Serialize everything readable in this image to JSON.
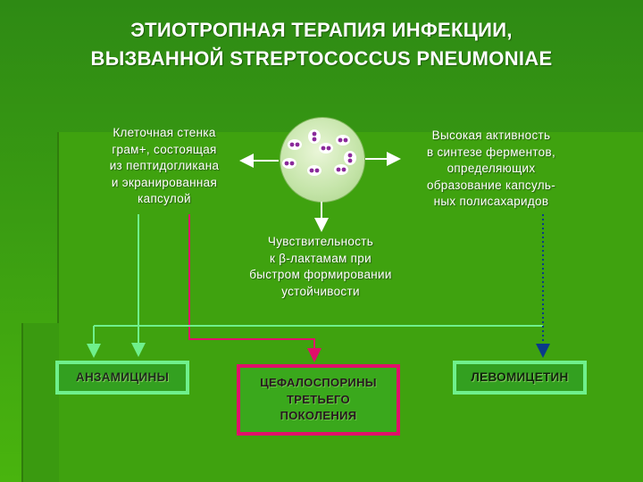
{
  "title": {
    "line1": "ЭТИОТРОПНАЯ ТЕРАПИЯ ИНФЕКЦИИ,",
    "line2": "ВЫЗВАННОЙ STREPTOCOCCUS PNEUMONIAE"
  },
  "nodes": {
    "left": "Клеточная стенка\nграм+, состоящая\nиз пептидогликана\nи экранированная\nкапсулой",
    "right": "Высокая активность\nв синтезе ферментов,\nопределяющих\nобразование капсуль-\nных полисахаридов",
    "center": "Чувствительность\nк β-лактамам при\nбыстром формировании\nустойчивости"
  },
  "drugs": {
    "anz": "АНЗАМИЦИНЫ",
    "cef": "ЦЕФАЛОСПОРИНЫ\nТРЕТЬЕГО\nПОКОЛЕНИЯ",
    "lev": "ЛЕВОМИЦЕТИН"
  },
  "colors": {
    "background": "#3a9c12",
    "arrow_white": "#ffffff",
    "line_green": "#6ff08c",
    "line_magenta": "#e0106a",
    "bacteria": "#8a2a9a"
  }
}
